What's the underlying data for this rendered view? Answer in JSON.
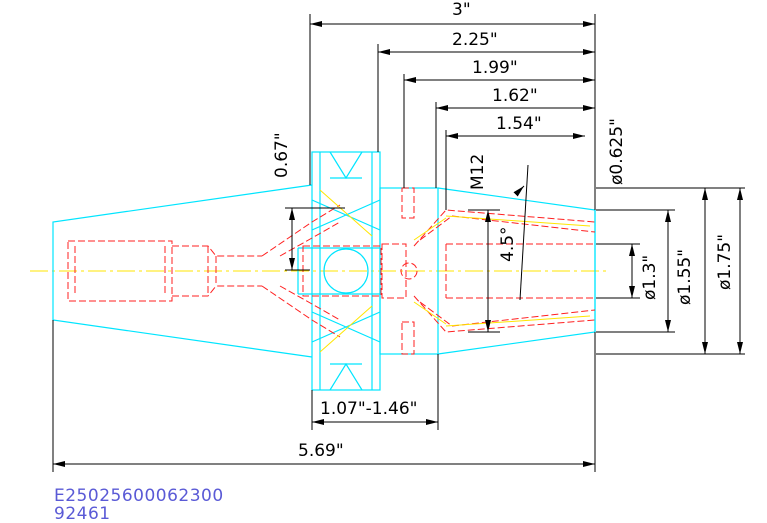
{
  "dimensions": {
    "top_3": "3\"",
    "d_225": "2.25\"",
    "d_199": "1.99\"",
    "d_162": "1.62\"",
    "d_154": "1.54\"",
    "d_067": "0.67\"",
    "thread": "M12",
    "angle": "4.5°",
    "dia_0625": "ø0.625\"",
    "dia_13": "ø1.3\"",
    "dia_155": "ø1.55\"",
    "dia_175": "ø1.75\"",
    "range_107_146": "1.07\"-1.46\"",
    "overall_569": "5.69\""
  },
  "part": {
    "number": "E25025600062300",
    "code": "92461"
  },
  "colors": {
    "dimension": "#000000",
    "outline": "#00e5ff",
    "hidden": "#ff2020",
    "centerline": "#ffe600",
    "text_part": "#5a5ad6"
  }
}
